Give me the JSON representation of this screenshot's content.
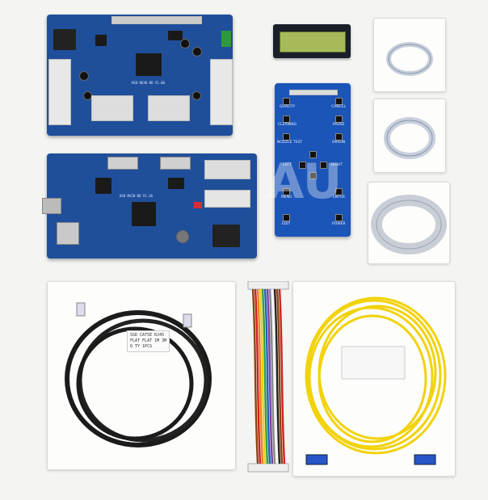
{
  "scene": {
    "board_top_label": "HSD-HEAD-BD V1.00",
    "board_main_label": "HSD-MAIN-BD V1.30",
    "panel_labels": {
      "quality": "QUALITY",
      "cancel": "CANCEL",
      "cleaning": "CLEANING",
      "pause": "PAUSE",
      "nozzle": "NOZZLE TEST",
      "origin": "ORIGIN",
      "left": "LEFT",
      "right": "RIGHT",
      "menu": "MENU",
      "enter": "ENTER",
      "edit": "EDIT",
      "power": "POWER"
    },
    "cable_tag_text": "SSD CAT5E RJ45\nFLAT FLAT 1M 3M\nQ TY 1PCS",
    "watermark": "AU"
  }
}
